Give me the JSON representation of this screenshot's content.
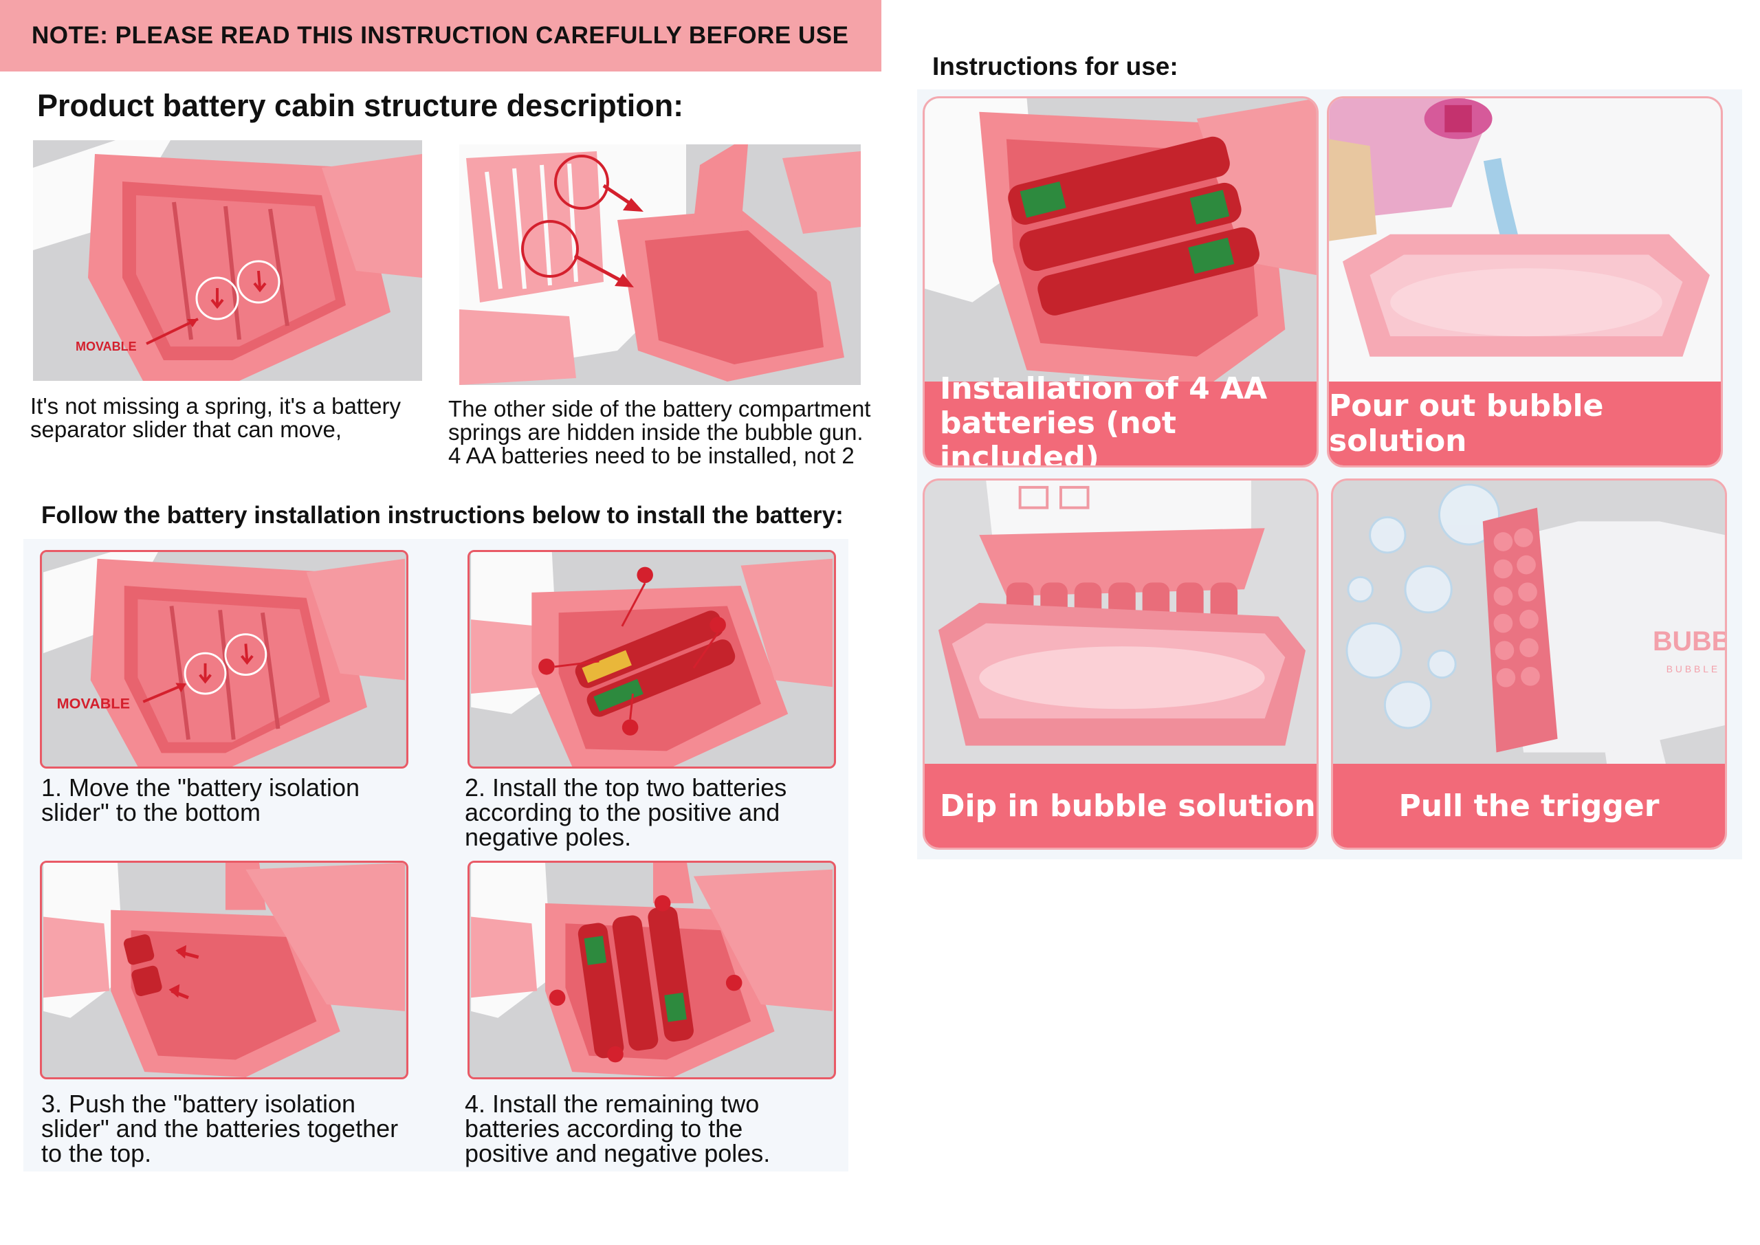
{
  "header": {
    "note": "NOTE: PLEASE READ THIS INSTRUCTION CAREFULLY BEFORE USE"
  },
  "structure": {
    "title": "Product battery cabin structure description:",
    "movable_label": "MOVABLE",
    "left_caption": [
      "It's not missing a spring, it's a battery",
      "separator slider that can move,"
    ],
    "right_caption": [
      "The other side of the battery compartment",
      "springs are hidden inside the bubble gun.",
      "4 AA batteries need to be installed, not 2"
    ]
  },
  "install": {
    "title": "Follow the battery installation instructions below to install the battery:",
    "steps": [
      {
        "lines": [
          "1. Move the \"battery isolation",
          "slider\" to the bottom"
        ],
        "label": "MOVABLE"
      },
      {
        "lines": [
          "2. Install the top two batteries",
          "according to the positive and",
          "negative poles."
        ]
      },
      {
        "lines": [
          "3. Push the \"battery isolation",
          "slider\" and the batteries together",
          "to the top."
        ]
      },
      {
        "lines": [
          "4. Install the remaining two",
          "batteries according to the",
          "positive and negative poles."
        ]
      }
    ]
  },
  "usage": {
    "title": "Instructions for use:",
    "cards": [
      {
        "lines": [
          "Installation of 4 AA",
          "batteries (not included)"
        ]
      },
      {
        "lines": [
          "Pour out bubble solution"
        ]
      },
      {
        "lines": [
          "Dip in bubble solution"
        ]
      },
      {
        "lines": [
          "Pull the trigger"
        ]
      }
    ],
    "gun_text": "BUBB",
    "gun_subtext": "BUBBLE"
  },
  "colors": {
    "banner": "#f5a3a8",
    "accent_red": "#e95a66",
    "card_label": "#f26a79",
    "device_pink": "#f2868f",
    "battery_red": "#c5232c"
  }
}
